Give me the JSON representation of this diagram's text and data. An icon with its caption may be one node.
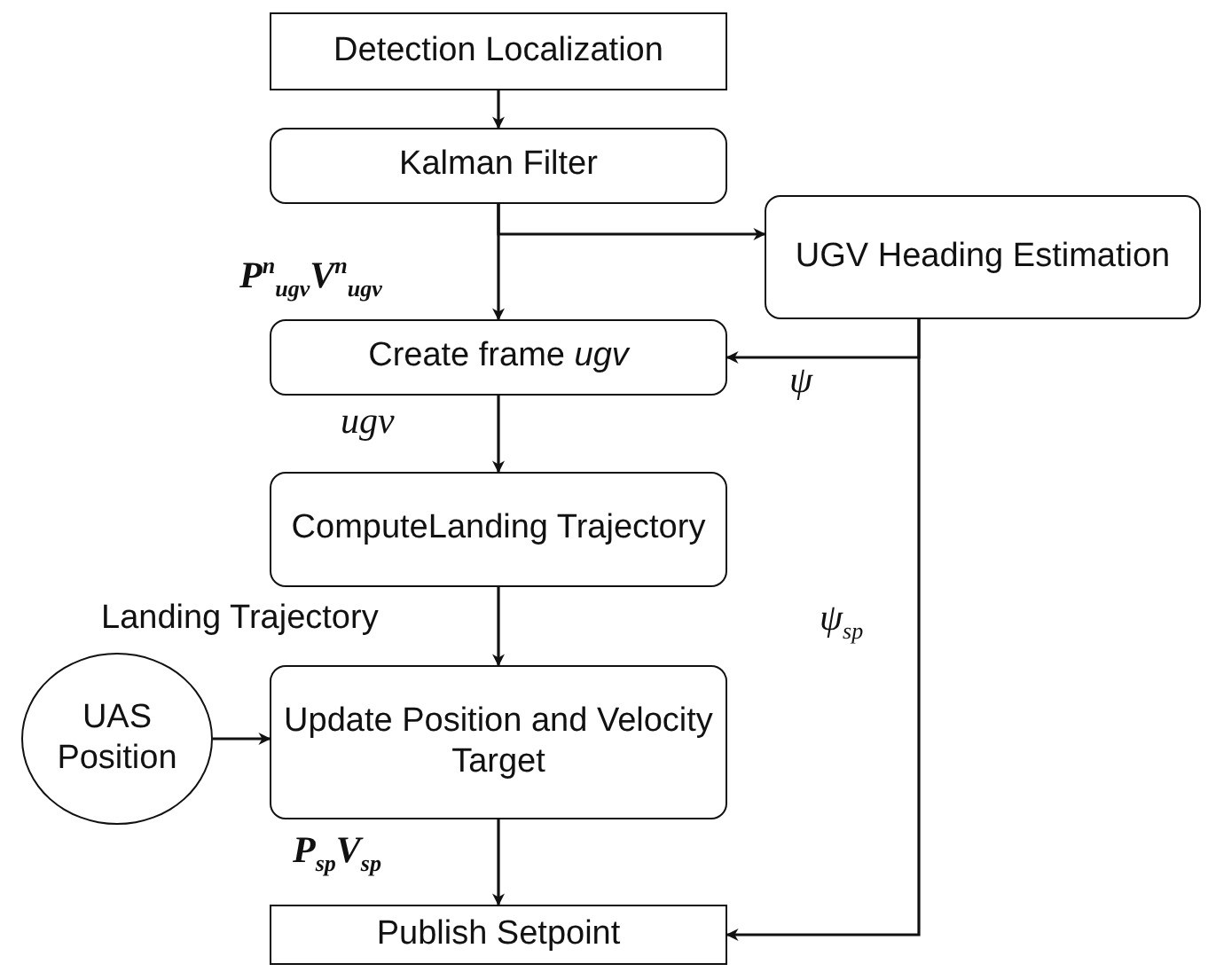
{
  "diagram": {
    "nodes": [
      {
        "text": [
          "Detection Localization"
        ]
      },
      {
        "text": [
          "Kalman Filter"
        ]
      },
      {
        "text": [
          "UGV Heading Estimation"
        ]
      },
      {
        "text": [
          "Create frame *ugv*"
        ]
      },
      {
        "text": [
          "ComputeLanding Trajectory"
        ]
      },
      {
        "text": [
          "UAS Position"
        ]
      },
      {
        "text": [
          "Update Position and Velocity Target"
        ]
      },
      {
        "text": [
          "Publish Setpoint"
        ]
      }
    ],
    "edges": [
      {
        "from": 0,
        "to": 1,
        "arrow": "to"
      },
      {
        "from": 1,
        "to": 3,
        "arrow": "to",
        "label": "P$^{n}$$_{ugv}$V$^{n}$$_{ugv}$"
      },
      {
        "from": 1,
        "to": 2,
        "arrow": "to"
      },
      {
        "from": 2,
        "to": 3,
        "arrow": "to",
        "label": "ψ"
      },
      {
        "from": 3,
        "to": 4,
        "arrow": "to",
        "label": "ugv"
      },
      {
        "from": 4,
        "to": 6,
        "arrow": "to",
        "label": "Landing Trajectory"
      },
      {
        "from": 5,
        "to": 6,
        "arrow": "to"
      },
      {
        "from": 6,
        "to": 7,
        "arrow": "to",
        "label": "P$_{sp}$V$_{sp}$"
      },
      {
        "from": 2,
        "to": 7,
        "arrow": "to",
        "label": "ψ$_{sp}$"
      }
    ]
  }
}
